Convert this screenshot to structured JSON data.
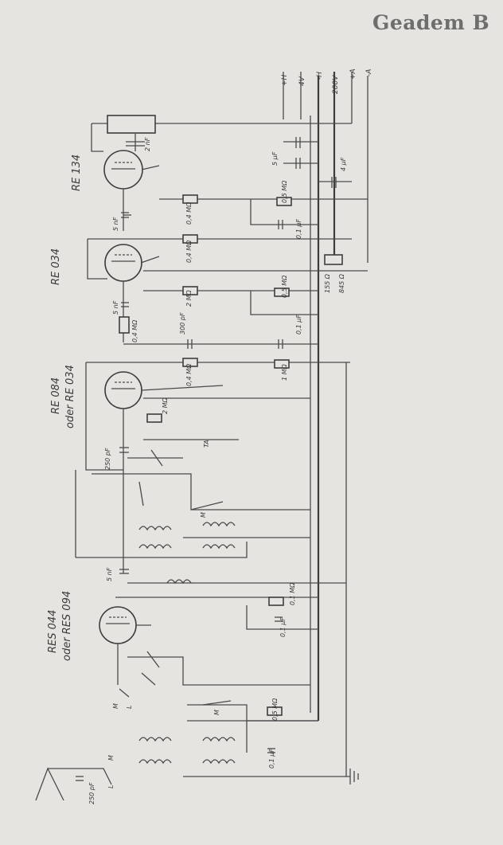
{
  "title": "Geadem B",
  "tubes": [
    "RE 134",
    "RE 034",
    "RE 084",
    "oder RE 034",
    "RES 044",
    "oder RES 094"
  ],
  "supply_labels": [
    "+H",
    "4V",
    "-H",
    "200V",
    "+A",
    "-A"
  ],
  "components": {
    "c_2nf": "2 nF",
    "c_5uf": "5 µF",
    "c_4uf": "4 µF",
    "c_5nf_a": "5 nF",
    "r_04_a": "0,4 MΩ",
    "r_05_a": "0,5 MΩ",
    "c_01_a": "0,1 µF",
    "r_04_b": "0,4 MΩ",
    "r_155": "155 Ω",
    "r_845": "845 Ω",
    "c_5nf_b": "5 nF",
    "r_2_a": "2 MΩ",
    "r_05_b": "0,5 MΩ",
    "r_04_c": "0,4 MΩ",
    "c_300pf": "300 pF",
    "c_01_b": "0,1 µF",
    "r_04_d": "0,4 MΩ",
    "r_1": "1 MΩ",
    "r_2_b": "2 MΩ",
    "c_250pf_a": "250 pF",
    "ta": "TA",
    "c_5nf_c": "5 nF",
    "r_01": "0,1 MΩ",
    "c_01_c": "0,1 µF",
    "r_05_c": "0,5 MΩ",
    "c_01_d": "0,1 µF",
    "c_250pf_b": "250 pF",
    "l_label": "L",
    "m_label": "M"
  }
}
